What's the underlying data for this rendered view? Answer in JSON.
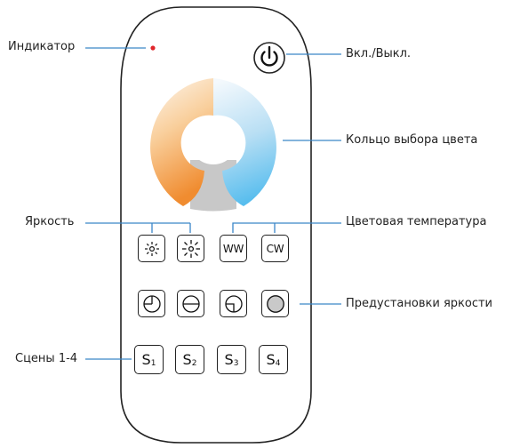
{
  "labels": {
    "indicator": "Индикатор",
    "power": "Вкл./Выкл.",
    "color_ring": "Кольцо выбора цвета",
    "brightness": "Яркость",
    "color_temp": "Цветовая температура",
    "presets": "Предустановки яркости",
    "scenes": "Сцены 1-4"
  },
  "buttons": {
    "ww": "WW",
    "cw": "CW",
    "scenes": [
      {
        "letter": "S",
        "num": "1"
      },
      {
        "letter": "S",
        "num": "2"
      },
      {
        "letter": "S",
        "num": "3"
      },
      {
        "letter": "S",
        "num": "4"
      }
    ]
  },
  "colors": {
    "indicator": "#e0262b",
    "warm": "#f2a04c",
    "cool": "#6cc4ee",
    "neutral": "#c8c8c8",
    "outline": "#222222"
  },
  "icons": [
    "power-icon",
    "brightness-down-icon",
    "brightness-up-icon",
    "brightness-25-icon",
    "brightness-50-icon",
    "brightness-75-icon",
    "brightness-100-icon"
  ]
}
